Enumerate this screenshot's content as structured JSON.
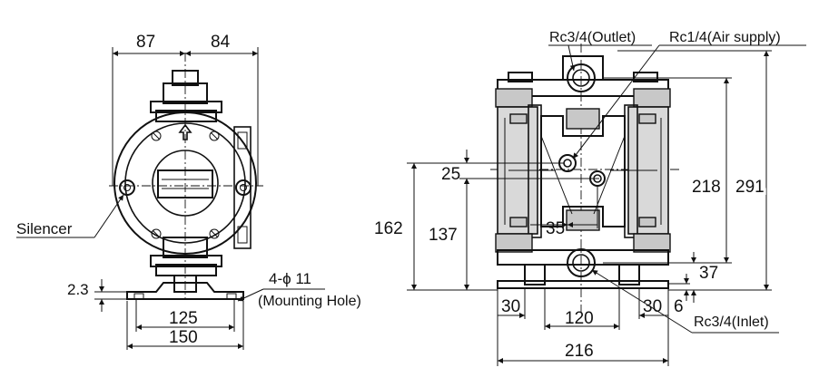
{
  "front_view": {
    "dim_top_left": "87",
    "dim_top_right": "84",
    "dim_base_thickness": "2.3",
    "dim_hole_pitch": "125",
    "dim_base_width": "150",
    "silencer_label": "Silencer",
    "mounting_hole_spec": "4-ϕ 11",
    "mounting_hole_note": "(Mounting Hole)"
  },
  "side_view": {
    "outlet_label": "Rc3/4(Outlet)",
    "air_supply_label": "Rc1/4(Air supply)",
    "inlet_label": "Rc3/4(Inlet)",
    "dim_air_offset": "25",
    "dim_air_height": "162",
    "dim_center_height": "137",
    "dim_air_horizontal": "35",
    "dim_port_center_span": "218",
    "dim_overall_height": "291",
    "dim_inlet_height": "37",
    "dim_foot_thickness": "6",
    "dim_foot_left": "30",
    "dim_foot_right": "30",
    "dim_foot_pitch": "120",
    "dim_overall_width": "216"
  }
}
